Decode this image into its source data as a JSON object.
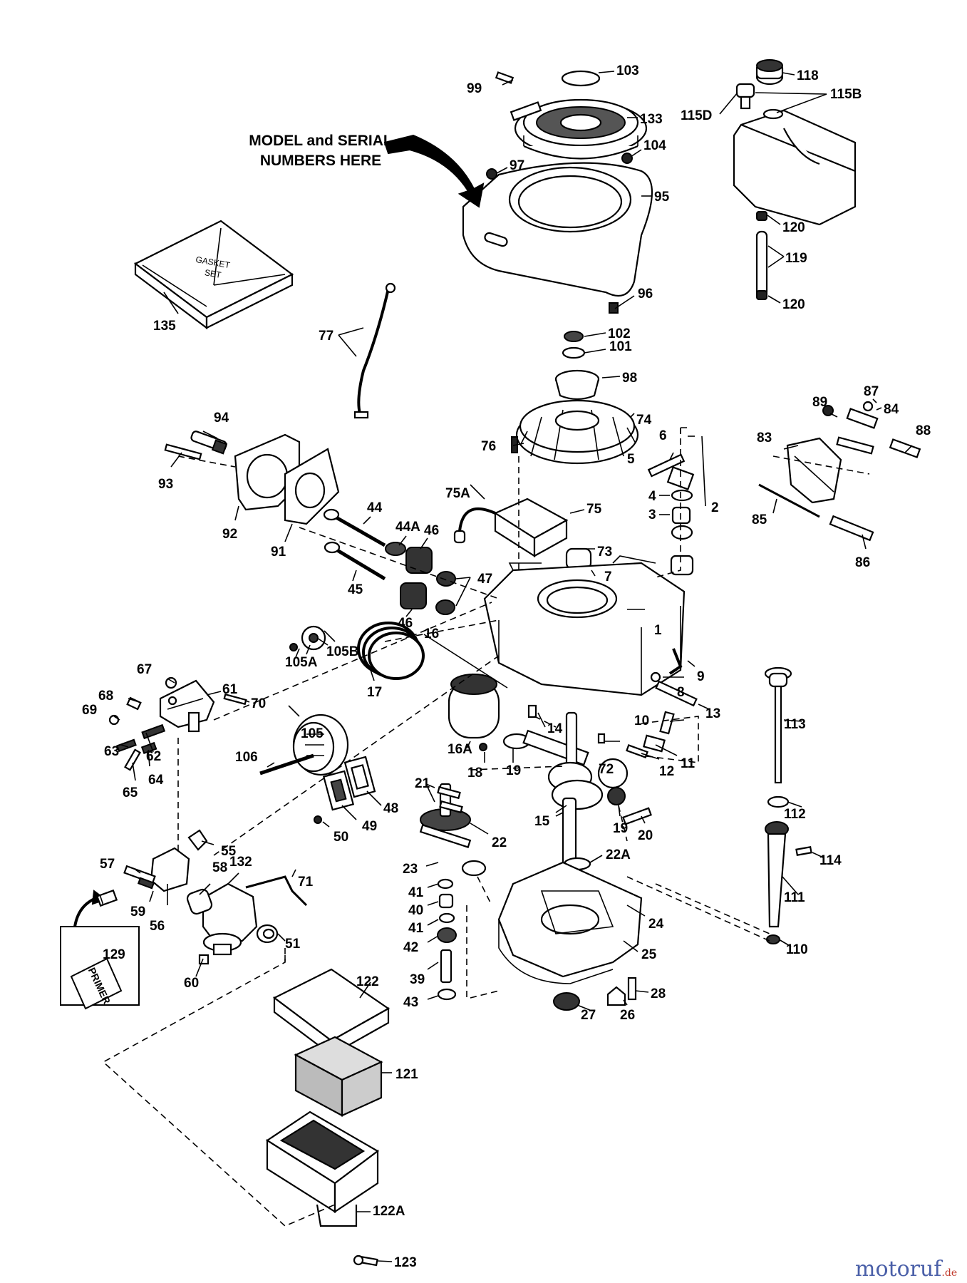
{
  "annotation": {
    "line1": "MODEL and SERIAL",
    "line2": "NUMBERS HERE"
  },
  "gasket_box_text": [
    "GASKET",
    "SET"
  ],
  "primer_text": "PRIMER",
  "watermark": {
    "main": "motoruf",
    "tld": ".de",
    "color_a": "#4a5fa8",
    "color_b": "#c0392b"
  },
  "labels": [
    "1",
    "2",
    "3",
    "4",
    "5",
    "6",
    "7",
    "8",
    "9",
    "10",
    "11",
    "12",
    "13",
    "14",
    "15",
    "16",
    "16A",
    "17",
    "18",
    "19",
    "19",
    "20",
    "21",
    "22",
    "22A",
    "23",
    "24",
    "25",
    "26",
    "27",
    "28",
    "39",
    "40",
    "41",
    "41",
    "42",
    "43",
    "44",
    "44A",
    "45",
    "46",
    "46",
    "47",
    "48",
    "49",
    "50",
    "51",
    "55",
    "56",
    "57",
    "58",
    "59",
    "60",
    "61",
    "62",
    "63",
    "64",
    "65",
    "67",
    "68",
    "69",
    "70",
    "71",
    "72",
    "73",
    "74",
    "75",
    "75A",
    "76",
    "77",
    "83",
    "84",
    "85",
    "86",
    "87",
    "88",
    "89",
    "91",
    "92",
    "93",
    "94",
    "95",
    "96",
    "97",
    "98",
    "99",
    "101",
    "102",
    "103",
    "104",
    "105",
    "105A",
    "105B",
    "106",
    "110",
    "111",
    "112",
    "113",
    "114",
    "115B",
    "115D",
    "118",
    "119",
    "120",
    "120",
    "121",
    "122",
    "122A",
    "123",
    "129",
    "132",
    "133",
    "135"
  ]
}
